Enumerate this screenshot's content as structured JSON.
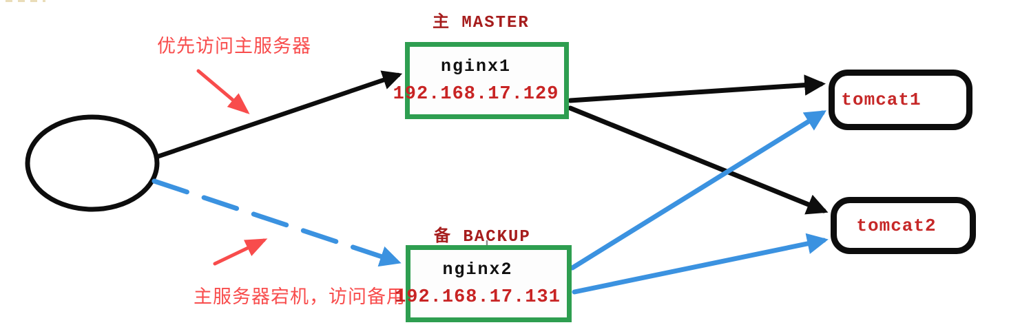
{
  "master": {
    "title": "主 MASTER",
    "hostname": "nginx1",
    "ip": "192.168.17.129"
  },
  "backup": {
    "title": "备 BACKUP",
    "hostname": "nginx2",
    "ip": "192.168.17.131"
  },
  "tomcats": [
    {
      "label": "tomcat1"
    },
    {
      "label": "tomcat2"
    }
  ],
  "annotations": {
    "primary": "优先访问主服务器",
    "failover": "主服务器宕机，访问备用服务器"
  },
  "icons": {
    "cursor": "crosshair-cursor"
  },
  "colors": {
    "box_border_green": "#2e9e50",
    "line_black": "#0d0d0d",
    "line_blue": "#3b92e0",
    "annotation_red": "#f84c4c",
    "title_dark_red": "#a61d1d",
    "value_red": "#c82424",
    "background": "#ffffff"
  }
}
